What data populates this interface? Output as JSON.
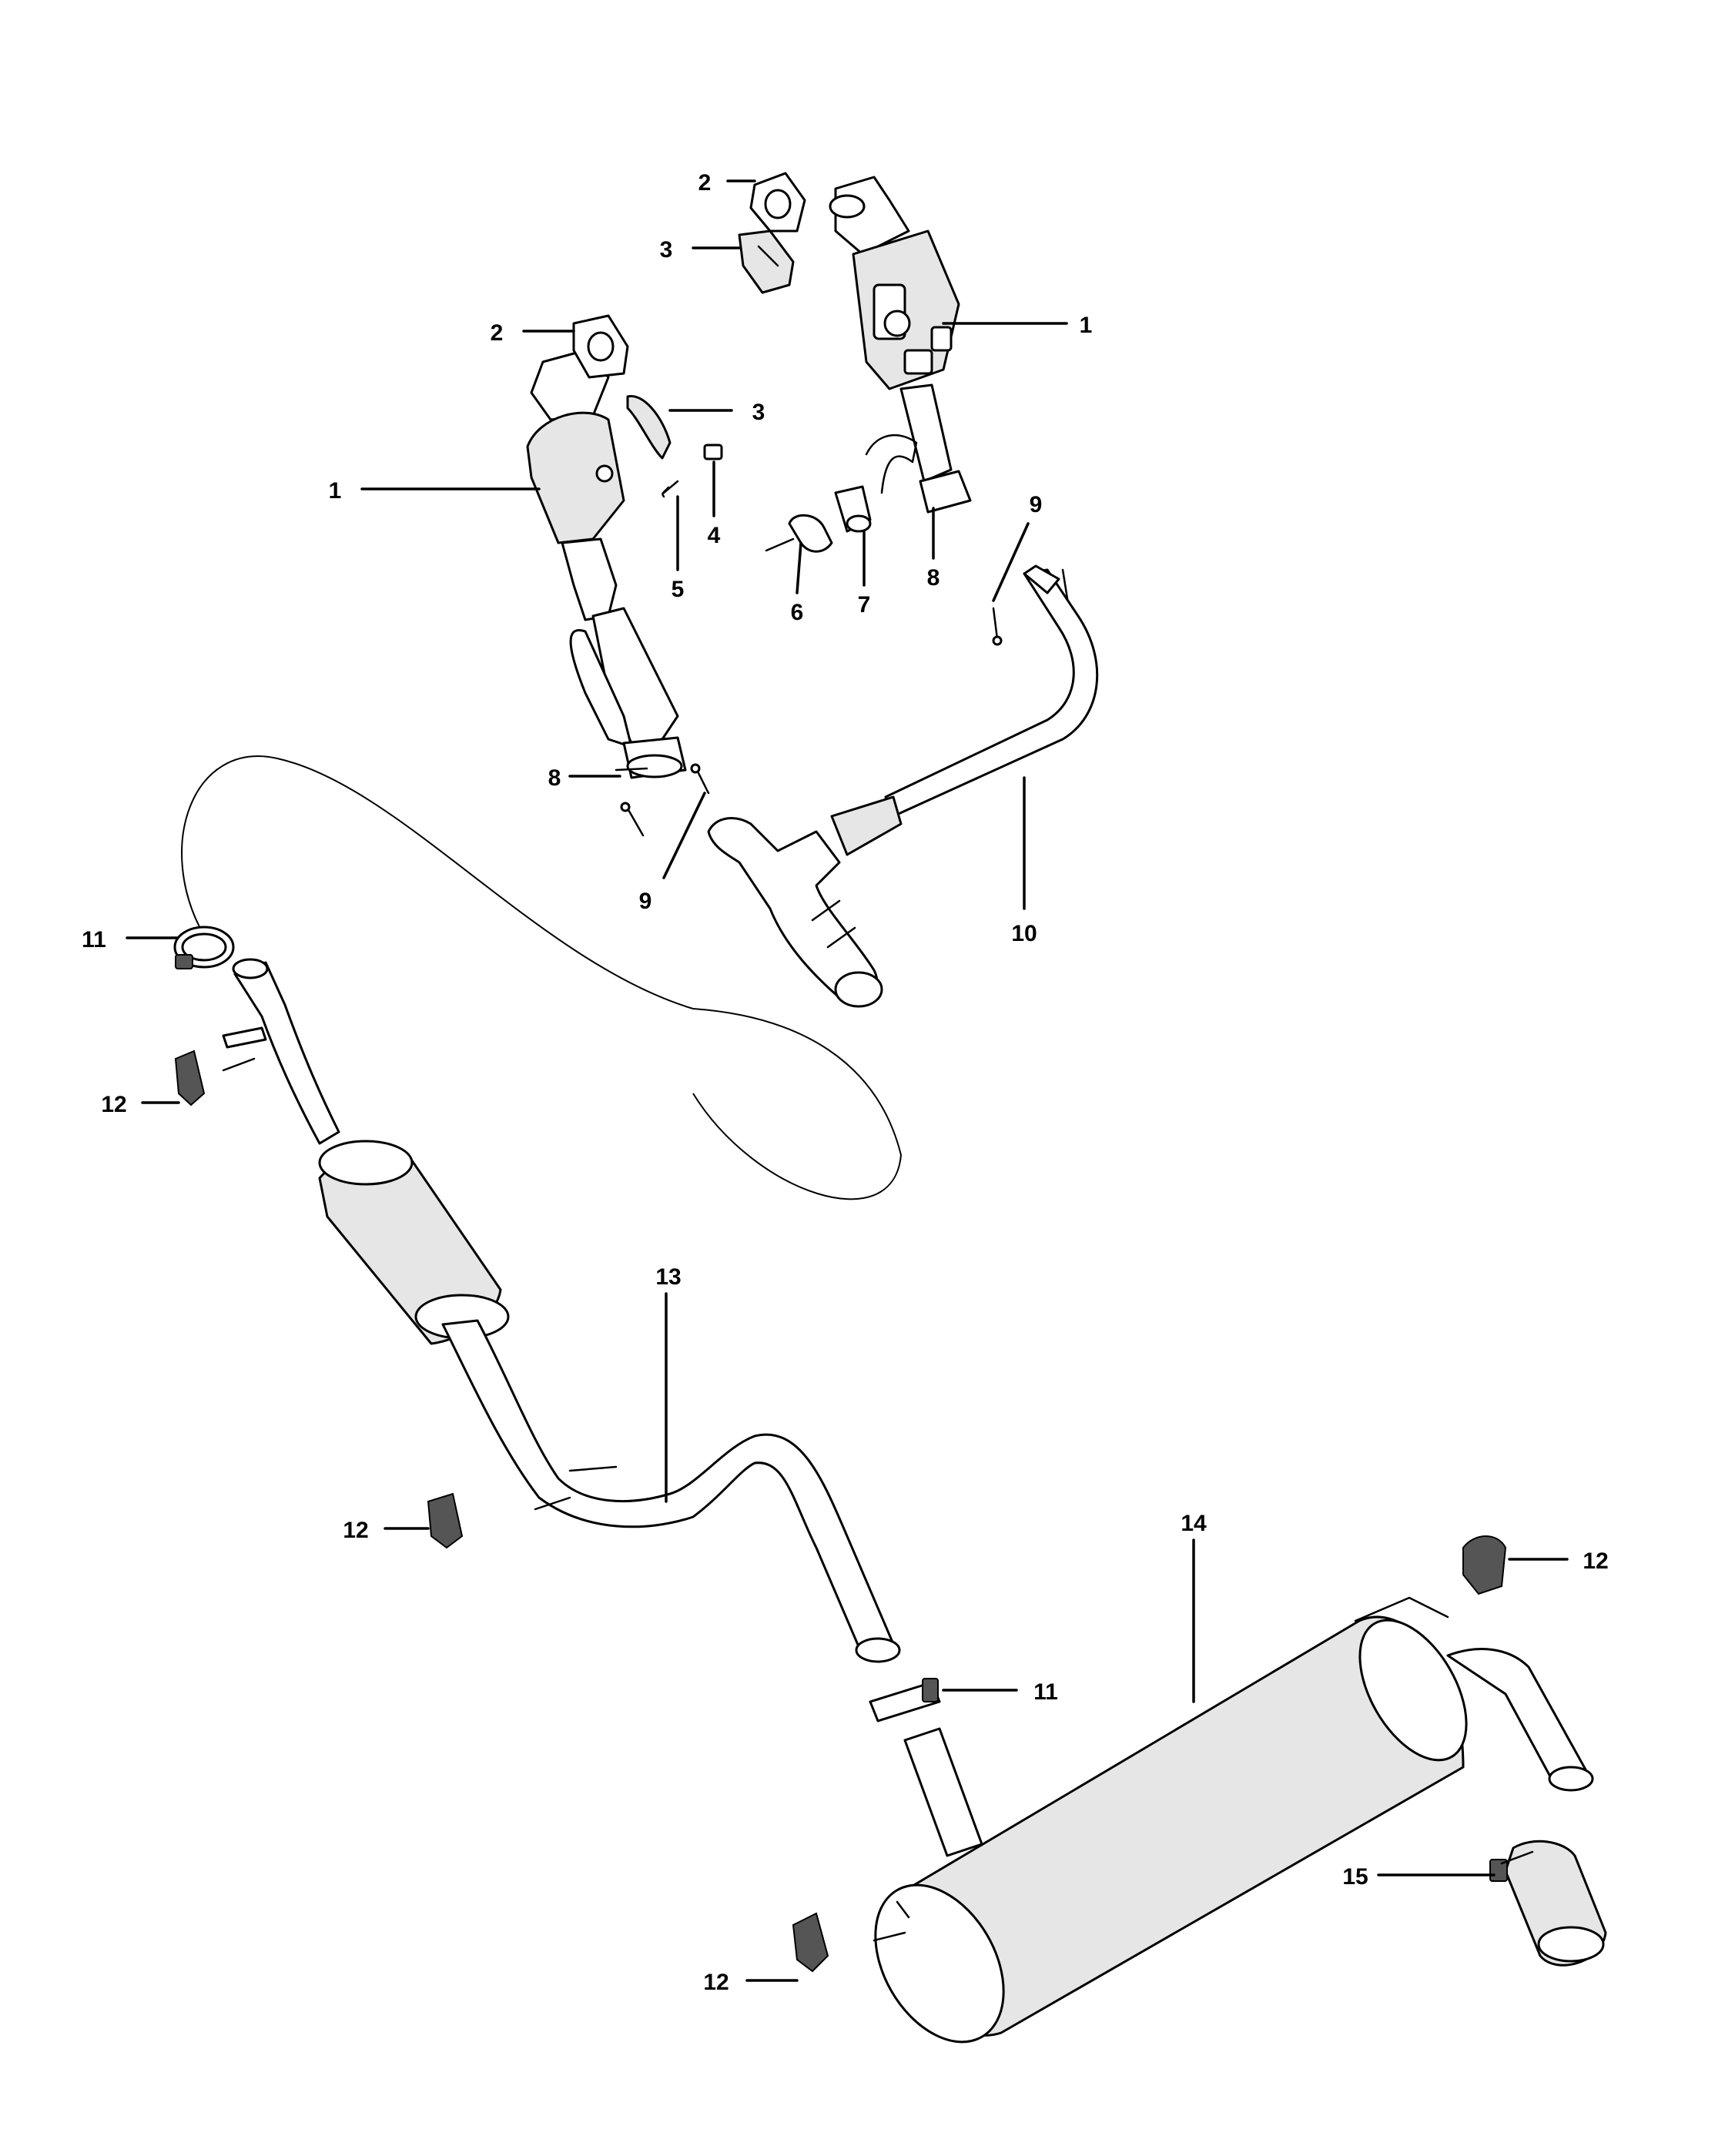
{
  "callouts": [
    {
      "id": "c1a",
      "label": "1"
    },
    {
      "id": "c1b",
      "label": "1"
    },
    {
      "id": "c2a",
      "label": "2"
    },
    {
      "id": "c2b",
      "label": "2"
    },
    {
      "id": "c3a",
      "label": "3"
    },
    {
      "id": "c3b",
      "label": "3"
    },
    {
      "id": "c4",
      "label": "4"
    },
    {
      "id": "c5",
      "label": "5"
    },
    {
      "id": "c6",
      "label": "6"
    },
    {
      "id": "c7",
      "label": "7"
    },
    {
      "id": "c8a",
      "label": "8"
    },
    {
      "id": "c8b",
      "label": "8"
    },
    {
      "id": "c9a",
      "label": "9"
    },
    {
      "id": "c9b",
      "label": "9"
    },
    {
      "id": "c10",
      "label": "10"
    },
    {
      "id": "c11a",
      "label": "11"
    },
    {
      "id": "c11b",
      "label": "11"
    },
    {
      "id": "c12a",
      "label": "12"
    },
    {
      "id": "c12b",
      "label": "12"
    },
    {
      "id": "c12c",
      "label": "12"
    },
    {
      "id": "c12d",
      "label": "12"
    },
    {
      "id": "c13",
      "label": "13"
    },
    {
      "id": "c14",
      "label": "14"
    },
    {
      "id": "c15",
      "label": "15"
    }
  ]
}
